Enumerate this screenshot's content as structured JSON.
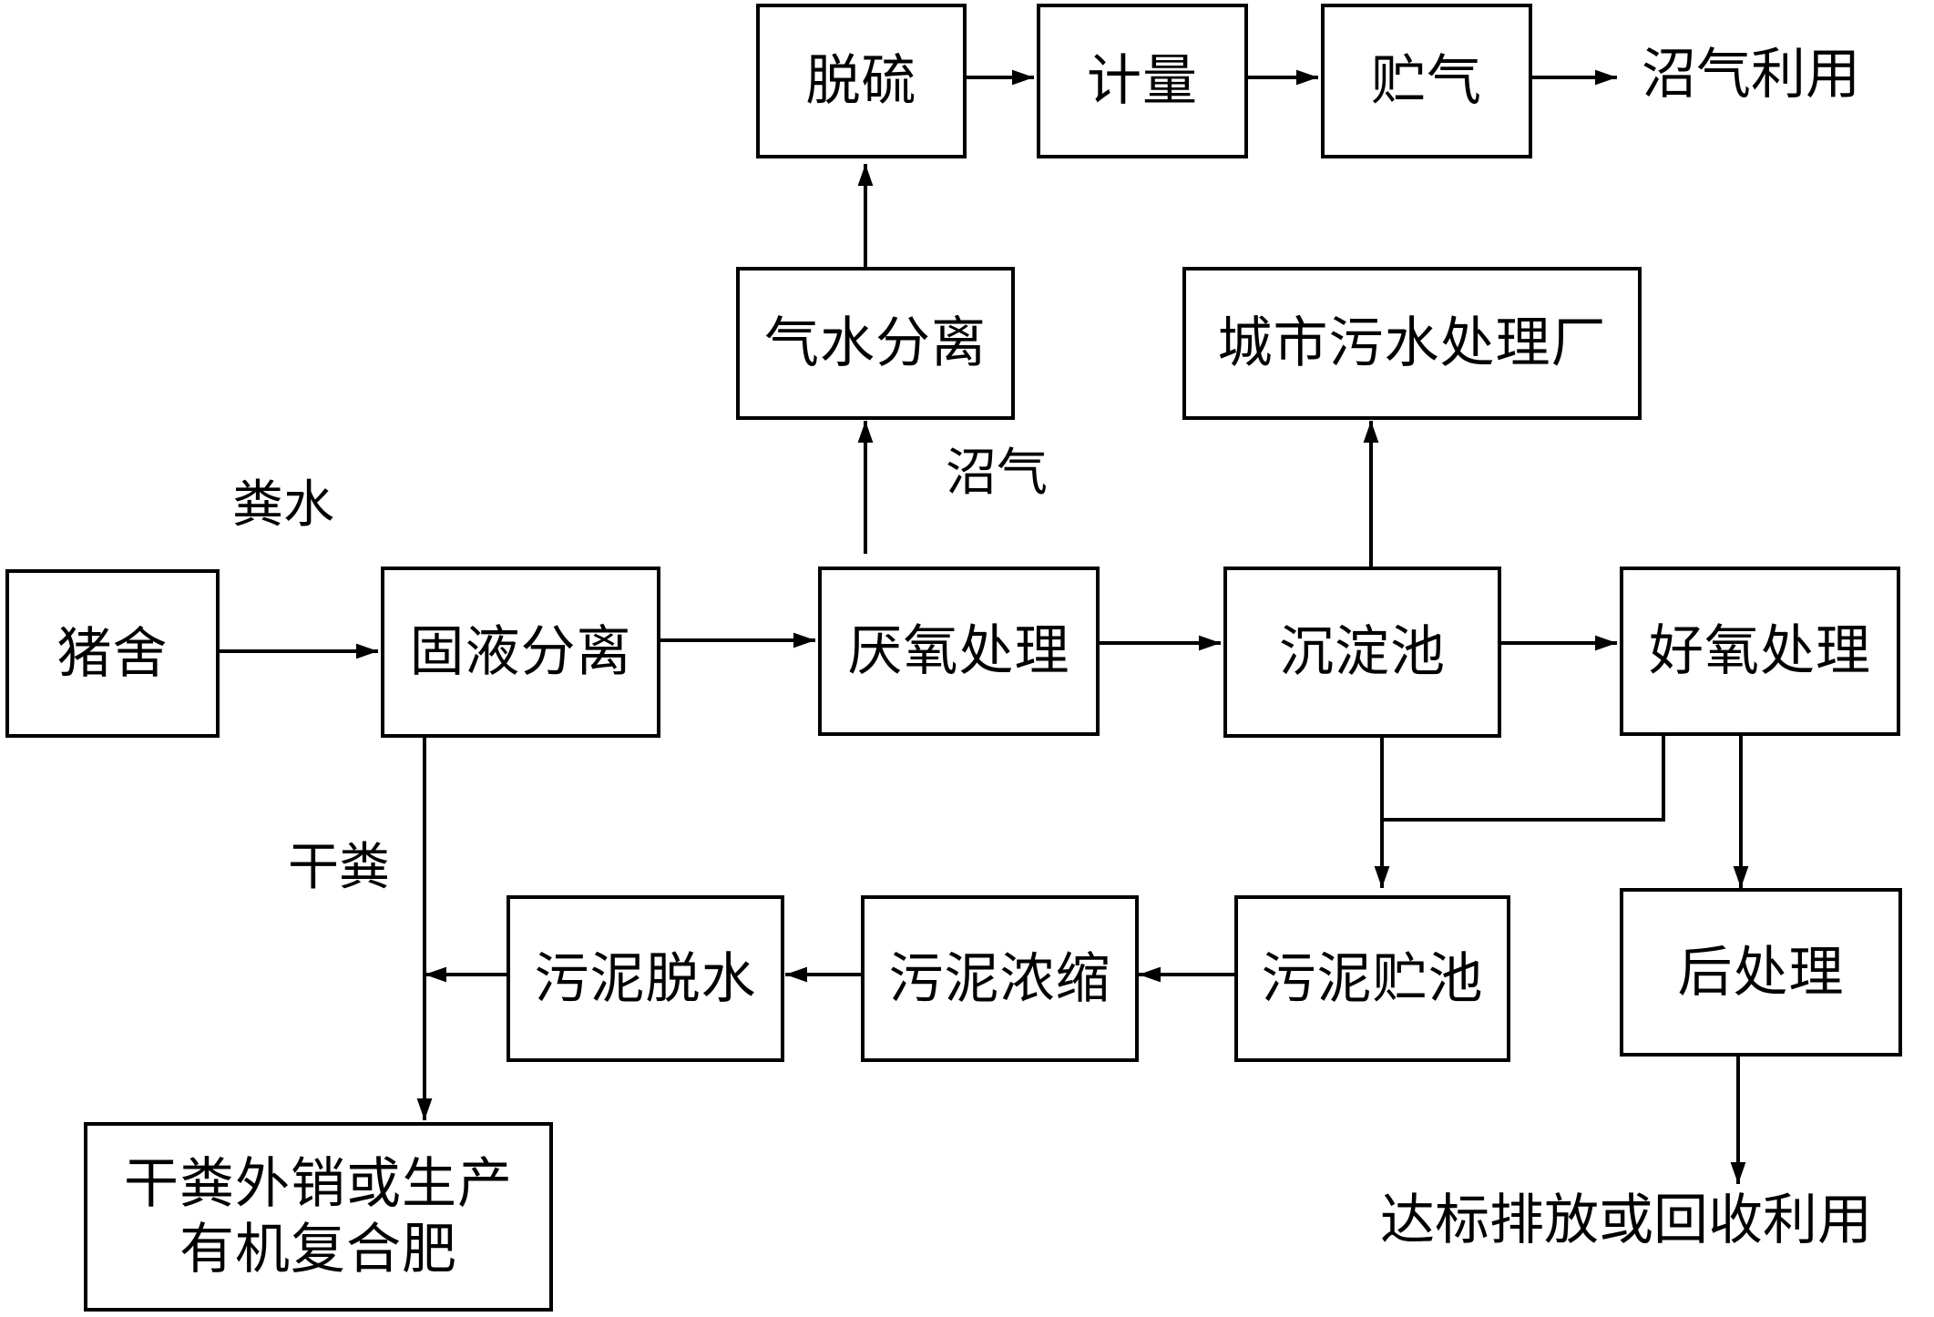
{
  "nodes": {
    "pig_house": "猪舍",
    "solid_liquid_sep": "固液分离",
    "anaerobic": "厌氧处理",
    "sedimentation": "沉淀池",
    "aerobic": "好氧处理",
    "gas_water_sep": "气水分离",
    "desulfurization": "脱硫",
    "metering": "计量",
    "gas_storage": "贮气",
    "municipal_plant": "城市污水处理厂",
    "sludge_storage": "污泥贮池",
    "sludge_thickening": "污泥浓缩",
    "sludge_dewatering": "污泥脱水",
    "post_treatment": "后处理",
    "dry_manure_line1": "干粪外销或生产",
    "dry_manure_line2": "有机复合肥"
  },
  "labels": {
    "manure_water": "粪水",
    "biogas": "沼气",
    "dry_manure": "干粪",
    "biogas_use": "沼气利用",
    "discharge": "达标排放或回收利用"
  },
  "colors": {
    "line": "#000000",
    "background": "#ffffff"
  }
}
